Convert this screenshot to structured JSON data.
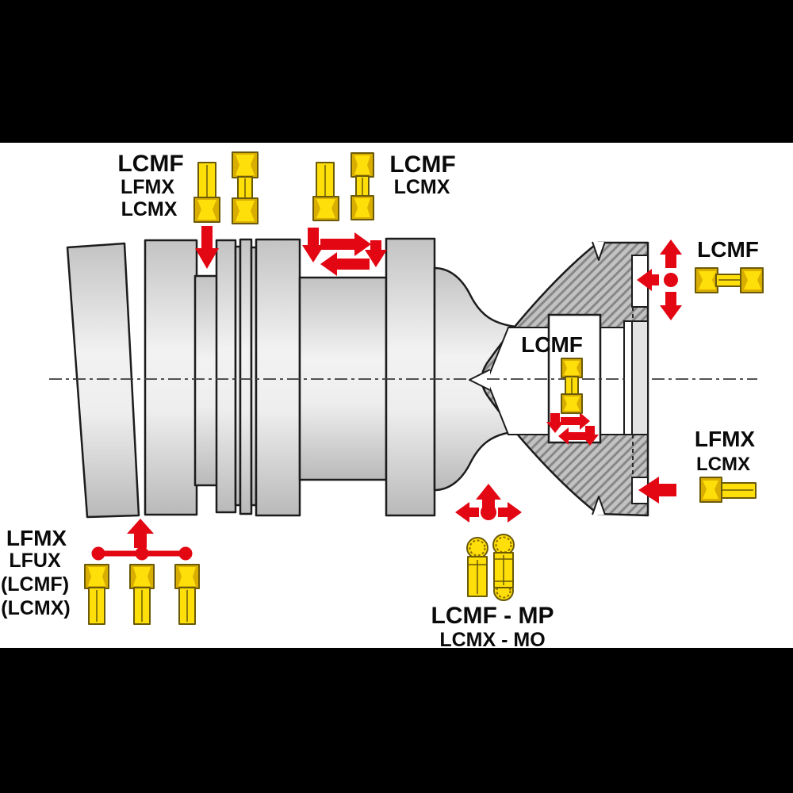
{
  "colors": {
    "red": "#e30613",
    "yellow": "#ffdf0a",
    "yellow-dark": "#d9ae00",
    "yellow-outline": "#6b5a08",
    "part-stroke": "#1c1c1c",
    "bg": "#000000",
    "surface": "#ffffff",
    "label": "#0a0a0a"
  },
  "labels": {
    "top_left": {
      "line1": "LCMF",
      "line2": "LFMX",
      "line3": "LCMX"
    },
    "top_center": {
      "line1": "LCMF",
      "line2": "LCMX"
    },
    "right": {
      "line1": "LCMF"
    },
    "center_bore": {
      "line1": "LCMF"
    },
    "right_lower": {
      "line1": "LFMX",
      "line2": "LCMX"
    },
    "bottom_left": {
      "line1": "LFMX",
      "line2": "LFUX",
      "line3": "(LCMF)",
      "line4": "(LCMX)"
    },
    "bottom_center": {
      "line1": "LCMF - MP",
      "line2": "LCMX - MO"
    }
  }
}
